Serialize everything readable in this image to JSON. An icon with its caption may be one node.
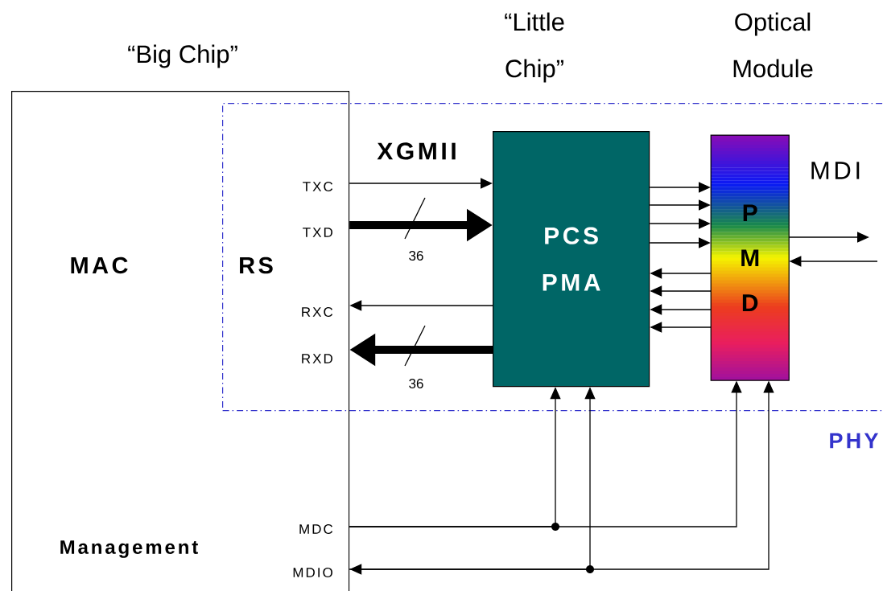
{
  "diagram": {
    "nodes": [
      {
        "text": [
          "“Big Chip”",
          "MAC",
          "RS",
          "Management"
        ]
      },
      {
        "text": [
          "PHY"
        ]
      },
      {
        "text": [
          "“Little Chip”",
          "PCS PMA"
        ],
        "in": 1
      },
      {
        "text": [
          "Optical Module",
          "P M D"
        ],
        "in": 1,
        "beside": [
          "MDI"
        ]
      }
    ],
    "edges": [
      {
        "from": 0,
        "to": 2,
        "arrow": "to"
      },
      {
        "from": 0,
        "to": 2,
        "arrow": "to",
        "style": "thick"
      },
      {
        "from": 2,
        "to": 0,
        "arrow": "to"
      },
      {
        "from": 2,
        "to": 0,
        "arrow": "to",
        "style": "thick"
      },
      {
        "from": 2,
        "to": 3,
        "arrow": "to"
      },
      {
        "from": 2,
        "to": 3,
        "arrow": "to"
      },
      {
        "from": 2,
        "to": 3,
        "arrow": "to"
      },
      {
        "from": 2,
        "to": 3,
        "arrow": "to"
      },
      {
        "from": 3,
        "to": 2,
        "arrow": "to"
      },
      {
        "from": 3,
        "to": 2,
        "arrow": "to"
      },
      {
        "from": 3,
        "to": 2,
        "arrow": "to"
      },
      {
        "from": 3,
        "to": 2,
        "arrow": "to"
      },
      {
        "from": 3,
        "to": null,
        "arrow": "to"
      },
      {
        "from": null,
        "to": 3,
        "arrow": "to"
      },
      {
        "from": 0,
        "to": 2,
        "arrow": "to"
      },
      {
        "from": 0,
        "to": 3,
        "arrow": "to"
      },
      {
        "from": 0,
        "to": 2,
        "arrow": "both"
      },
      {
        "from": 0,
        "to": 3,
        "arrow": "to"
      }
    ],
    "labels": [
      "XGMII",
      "TXC",
      "TXD",
      "36",
      "RXC",
      "RXD",
      "36",
      "MDC",
      "MDIO"
    ]
  }
}
